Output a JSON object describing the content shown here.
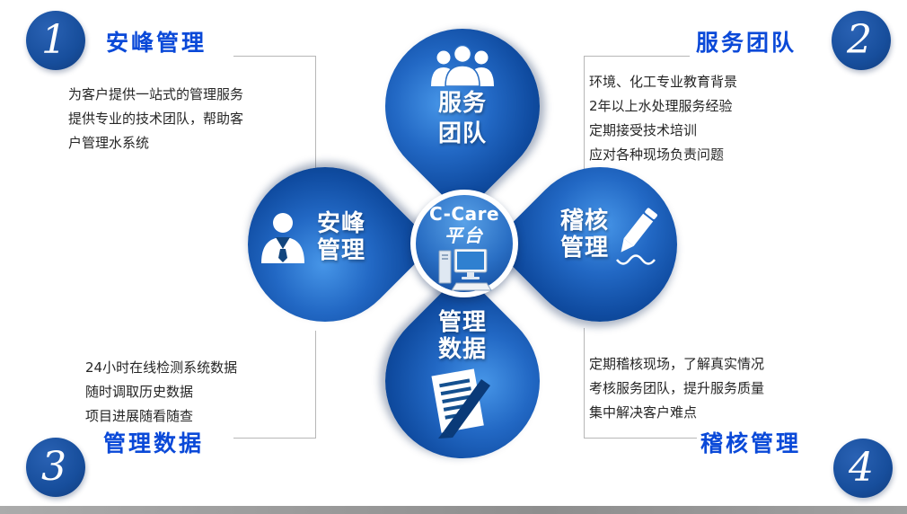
{
  "center": {
    "title": "C-Care",
    "subtitle": "平台"
  },
  "petals": {
    "top": {
      "lines": [
        "服务",
        "团队"
      ],
      "icon": "team-icon"
    },
    "left": {
      "lines": [
        "安峰",
        "管理"
      ],
      "icon": "person-icon"
    },
    "right": {
      "lines": [
        "稽核",
        "管理"
      ],
      "icon": "pencil-icon"
    },
    "bottom": {
      "lines": [
        "管理",
        "数据"
      ],
      "icon": "document-icon"
    }
  },
  "sections": {
    "top_left": {
      "number": "1",
      "heading": "安峰管理",
      "lines": [
        "为客户提供一站式的管理服务",
        "提供专业的技术团队，帮助客",
        "户管理水系统"
      ]
    },
    "top_right": {
      "number": "2",
      "heading": "服务团队",
      "lines": [
        "环境、化工专业教育背景",
        "2年以上水处理服务经验",
        "定期接受技术培训",
        "应对各种现场负责问题"
      ]
    },
    "bottom_left": {
      "number": "3",
      "heading": "管理数据",
      "lines": [
        "24小时在线检测系统数据",
        "随时调取历史数据",
        "项目进展随看随查"
      ]
    },
    "bottom_right": {
      "number": "4",
      "heading": "稽核管理",
      "lines": [
        "定期稽核现场，了解真实情况",
        "考核服务团队，提升服务质量",
        "集中解决客户难点"
      ]
    }
  },
  "colors": {
    "heading_blue": "#0a49d8",
    "petal_blue_light": "#4796e8",
    "petal_blue_dark": "#083878",
    "corner_circle_blue": "#174e9c",
    "body_text": "#262626",
    "footer_gray": "#979797"
  }
}
